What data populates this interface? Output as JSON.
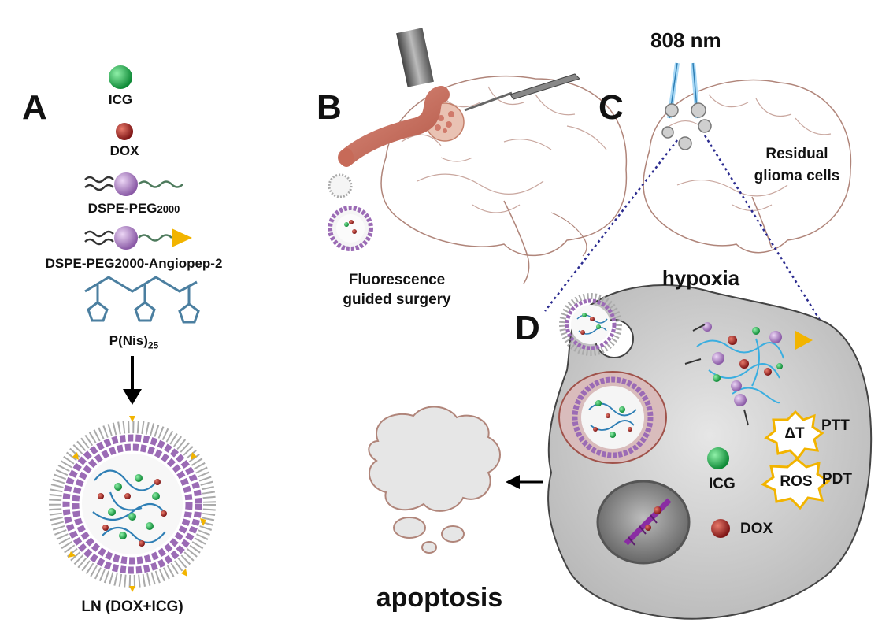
{
  "panels": {
    "a": "A",
    "b": "B",
    "c": "C",
    "d": "D"
  },
  "components": {
    "icg": "ICG",
    "dox": "DOX",
    "dspe_peg": "DSPE-PEG",
    "dspe_peg_sub": "2000",
    "dspe_peg_angiopep": "DSPE-PEG2000-Angiopep-2",
    "polymer_base": "P(Nis)",
    "polymer_sub": "25"
  },
  "product_label": "LN (DOX+ICG)",
  "panel_b": {
    "line1": "Fluorescence",
    "line2": "guided surgery"
  },
  "panel_c": {
    "wavelength": "808 nm",
    "residual_line1": "Residual",
    "residual_line2": "glioma cells"
  },
  "hypoxia": "hypoxia",
  "panel_d": {
    "delta_t": "ΔT",
    "ptt": "PTT",
    "ros": "ROS",
    "pdt": "PDT",
    "icg": "ICG",
    "dox": "DOX"
  },
  "apoptosis": "apoptosis",
  "colors": {
    "icg_green": "#1aa64a",
    "dox_red": "#a31f1f",
    "lipid_purple": "#9b6bb5",
    "ligand_gold": "#f2b400",
    "polymer_blue": "#2f7fb5",
    "cell_gray": "#c8c8c8",
    "brain_line": "#b0857a"
  }
}
